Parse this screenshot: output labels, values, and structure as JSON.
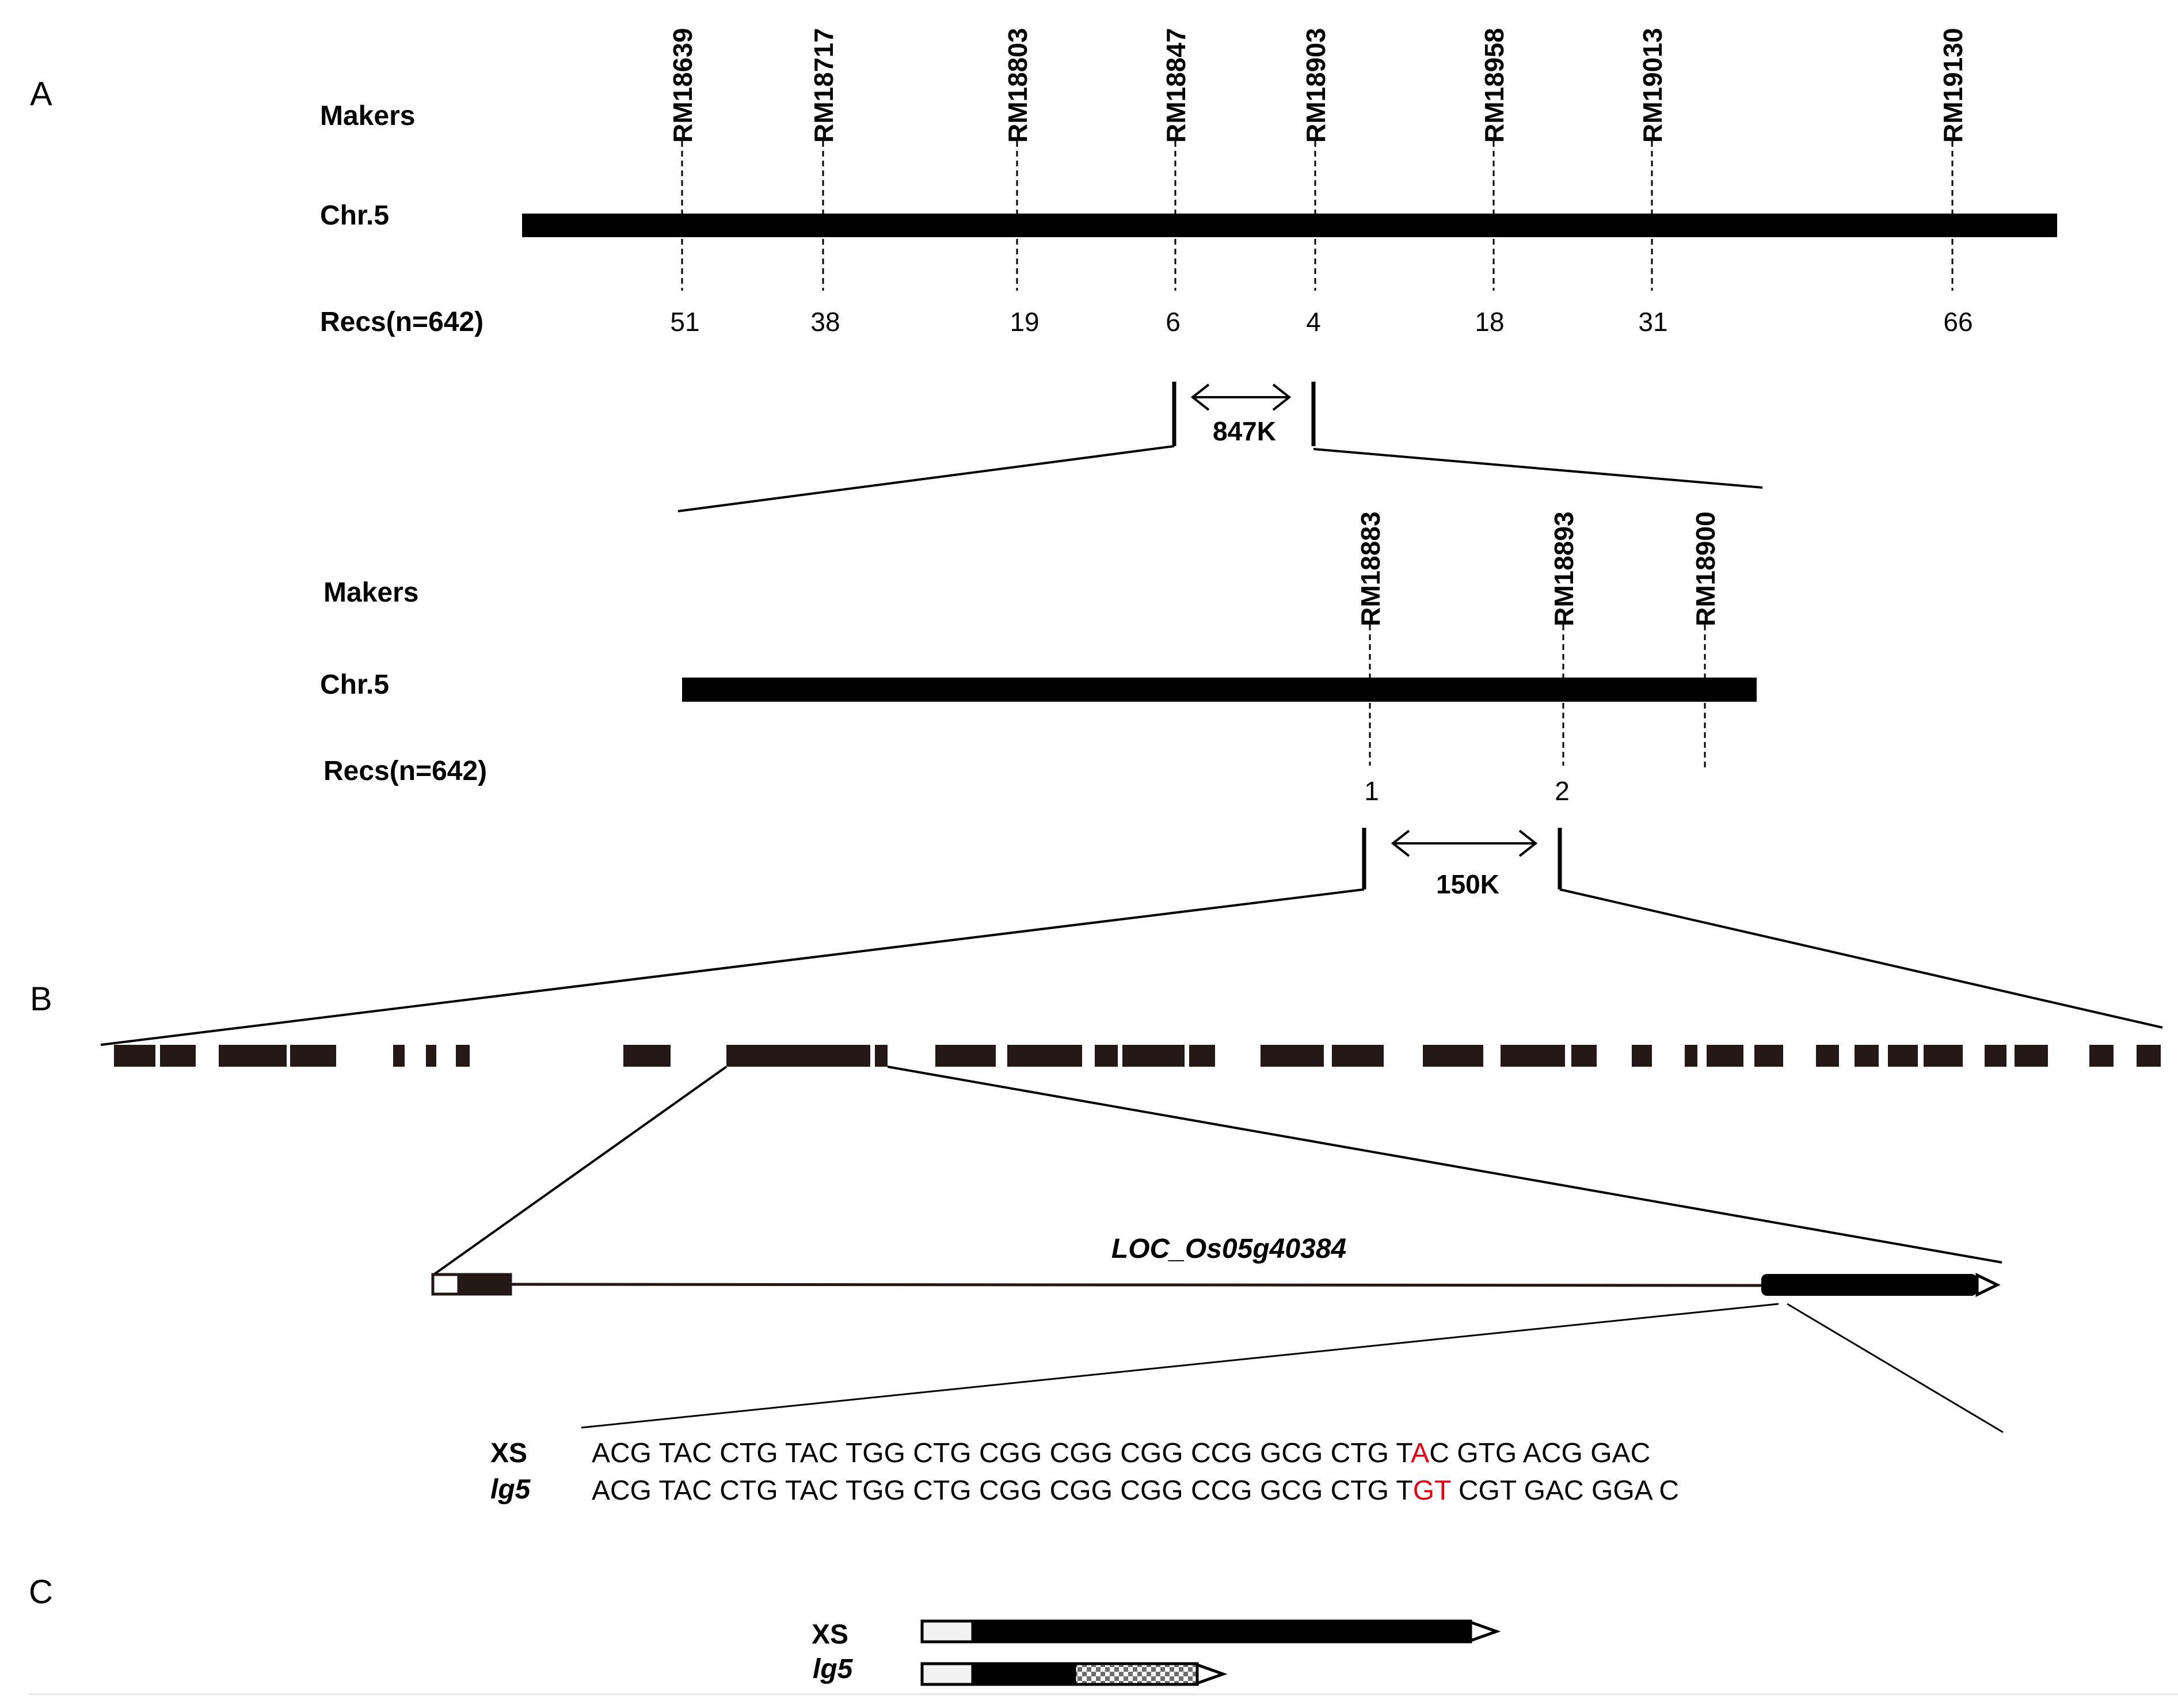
{
  "panel_labels": {
    "a": "A",
    "b": "B",
    "c": "C"
  },
  "map1": {
    "markers_label": "Makers",
    "chr_label": "Chr.5",
    "recs_label": "Recs(n=642)",
    "markers": [
      {
        "name": "RM18639",
        "recs": "51"
      },
      {
        "name": "RM18717",
        "recs": "38"
      },
      {
        "name": "RM18803",
        "recs": "19"
      },
      {
        "name": "RM18847",
        "recs": "6"
      },
      {
        "name": "RM18903",
        "recs": "4"
      },
      {
        "name": "RM18958",
        "recs": "18"
      },
      {
        "name": "RM19013",
        "recs": "31"
      },
      {
        "name": "RM19130",
        "recs": "66"
      }
    ],
    "interval_label": "847K"
  },
  "map2": {
    "markers_label": "Makers",
    "chr_label": "Chr.5",
    "recs_label": "Recs(n=642)",
    "markers": [
      {
        "name": "RM18883",
        "recs": "1"
      },
      {
        "name": "RM18893",
        "recs": "2"
      },
      {
        "name": "RM18900",
        "recs": ""
      }
    ],
    "interval_label": "150K"
  },
  "gene": {
    "name": "LOC_Os05g40384"
  },
  "sequences": {
    "xs": {
      "label": "XS",
      "before": "ACG TAC CTG TAC TGG CTG CGG CGG CGG CCG GCG CTG T",
      "highlight": "A",
      "after": "C GTG ACG GAC"
    },
    "lg5": {
      "label": "lg5",
      "before": "ACG TAC CTG TAC TGG CTG CGG CGG CGG CCG GCG CTG T",
      "highlight": "GT",
      "after": " CGT GAC GGA C"
    }
  },
  "proteins": {
    "xs_label": "XS",
    "lg5_label": "lg5"
  },
  "colors": {
    "chromosome": "#000000",
    "gene_block": "#231815",
    "mutation": "#e60012",
    "utr": "#f2f2f2",
    "divider": "#e6e6e6"
  }
}
